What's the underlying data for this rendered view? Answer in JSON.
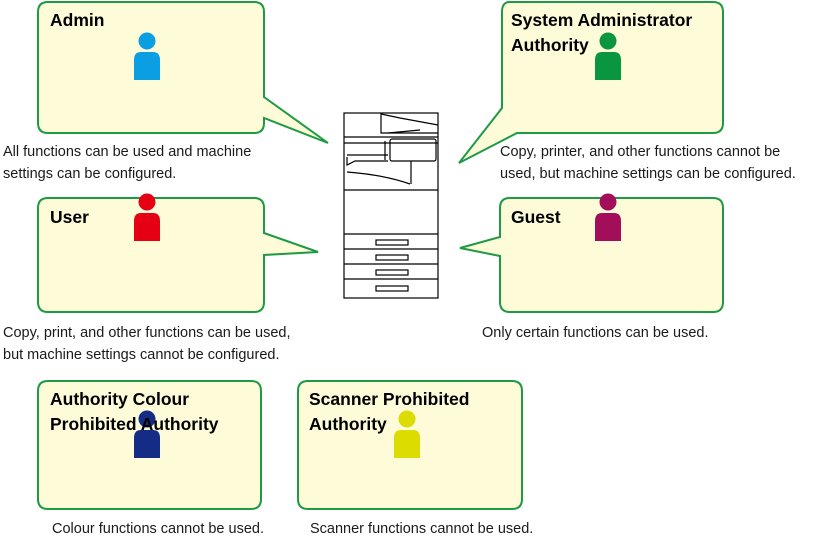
{
  "theme": {
    "bubble_fill": "#fefbd9",
    "bubble_stroke": "#1f9a44",
    "printer_stroke": "#000000"
  },
  "device": {
    "name": "multifunction-printer"
  },
  "roles": [
    {
      "id": "admin",
      "title": "Admin",
      "description": "All functions can be used and machine\nsettings can be configured.",
      "icon": "person-icon",
      "color": "#0b9ee2"
    },
    {
      "id": "system-administrator",
      "title": "System Administrator\nAuthority",
      "description": "Copy, printer, and other functions cannot be\nused, but machine settings can be configured.",
      "icon": "person-icon",
      "color": "#0a9640"
    },
    {
      "id": "user",
      "title": "User",
      "description": "Copy, print, and other functions can be used,\nbut machine settings cannot be configured.",
      "icon": "person-icon",
      "color": "#e60013"
    },
    {
      "id": "guest",
      "title": "Guest",
      "description": "Only certain functions can be used.",
      "icon": "person-icon",
      "color": "#a20e5a"
    },
    {
      "id": "colour-prohibited",
      "title": "Authority Colour\nProhibited Authority",
      "description": "Colour functions cannot be used.",
      "icon": "person-icon",
      "color": "#142c86"
    },
    {
      "id": "scanner-prohibited",
      "title": "Scanner Prohibited\nAuthority",
      "description": "Scanner functions cannot be used.",
      "icon": "person-icon",
      "color": "#dcdc00"
    }
  ]
}
